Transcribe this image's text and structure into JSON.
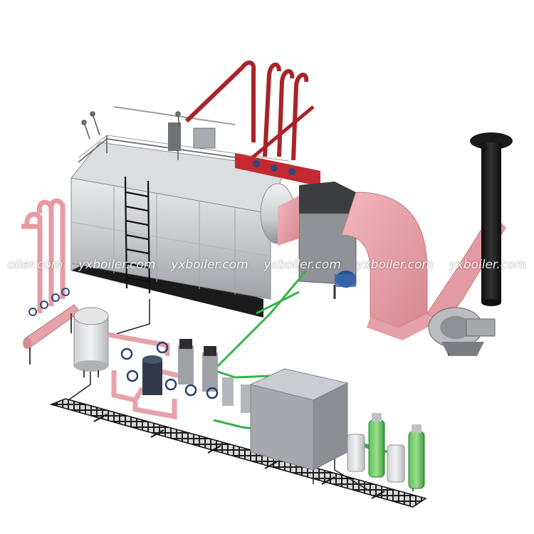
{
  "watermark": {
    "text": [
      "oiler.com",
      "yxboiler.com",
      "yxboiler.com",
      "yxboiler.com",
      "yxboiler.com",
      "yxboiler.com"
    ]
  }
}
